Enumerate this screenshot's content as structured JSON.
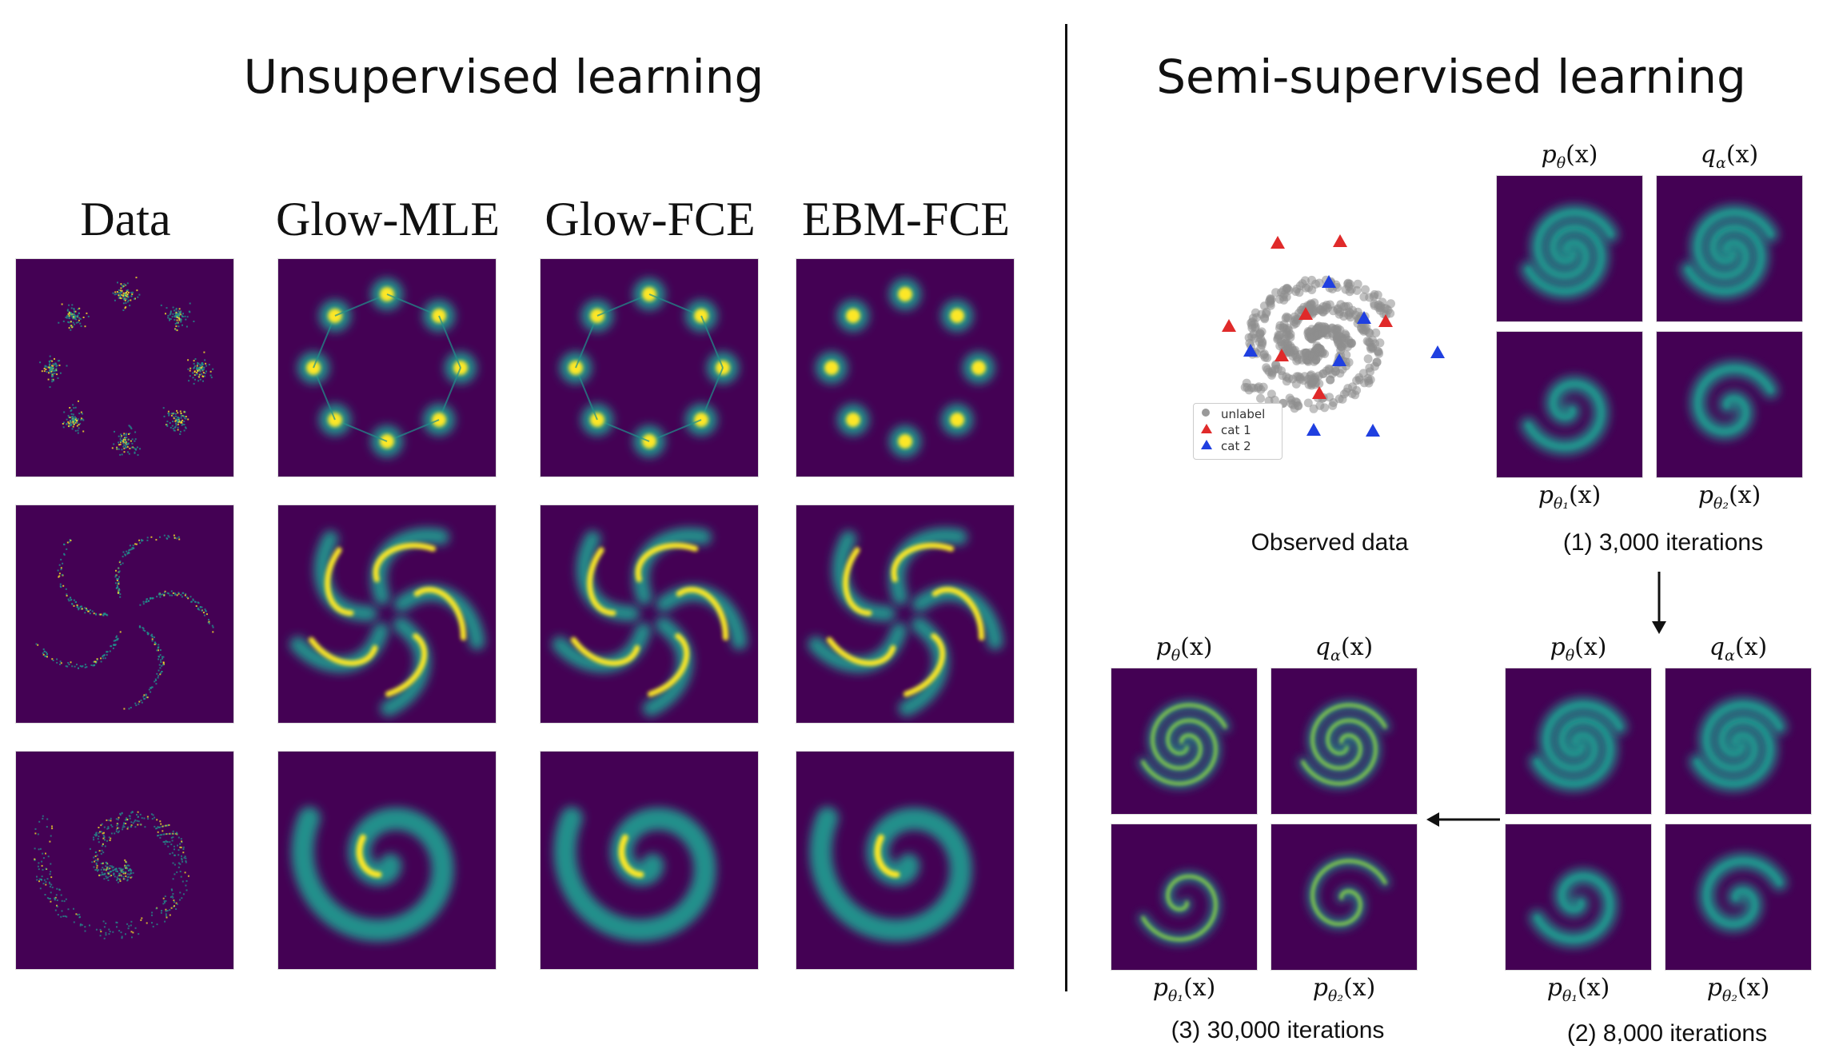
{
  "headings": {
    "unsupervised": "Unsupervised learning",
    "semi": "Semi-supervised learning"
  },
  "columns": [
    "Data",
    "Glow-MLE",
    "Glow-FCE",
    "EBM-FCE"
  ],
  "rows": [
    "8-gaussians",
    "pinwheel",
    "spiral"
  ],
  "semi": {
    "observed_caption": "Observed data",
    "legend": [
      {
        "label": "unlabel",
        "color": "#999999"
      },
      {
        "label": "cat 1",
        "color": "#e02a2a"
      },
      {
        "label": "cat 2",
        "color": "#1f3fe0"
      }
    ],
    "panels": [
      {
        "caption": "(1) 3,000 iterations"
      },
      {
        "caption": "(2) 8,000 iterations"
      },
      {
        "caption": "(3) 30,000 iterations"
      }
    ],
    "math": {
      "p_theta": "p",
      "p_theta_sub": "θ",
      "q_alpha": "q",
      "q_alpha_sub": "α",
      "p_theta1_sub": "θ₁",
      "p_theta2_sub": "θ₂",
      "arg": "(x)"
    }
  },
  "colors": {
    "background": "#440154",
    "mid": "#21918c",
    "high": "#fde725"
  }
}
